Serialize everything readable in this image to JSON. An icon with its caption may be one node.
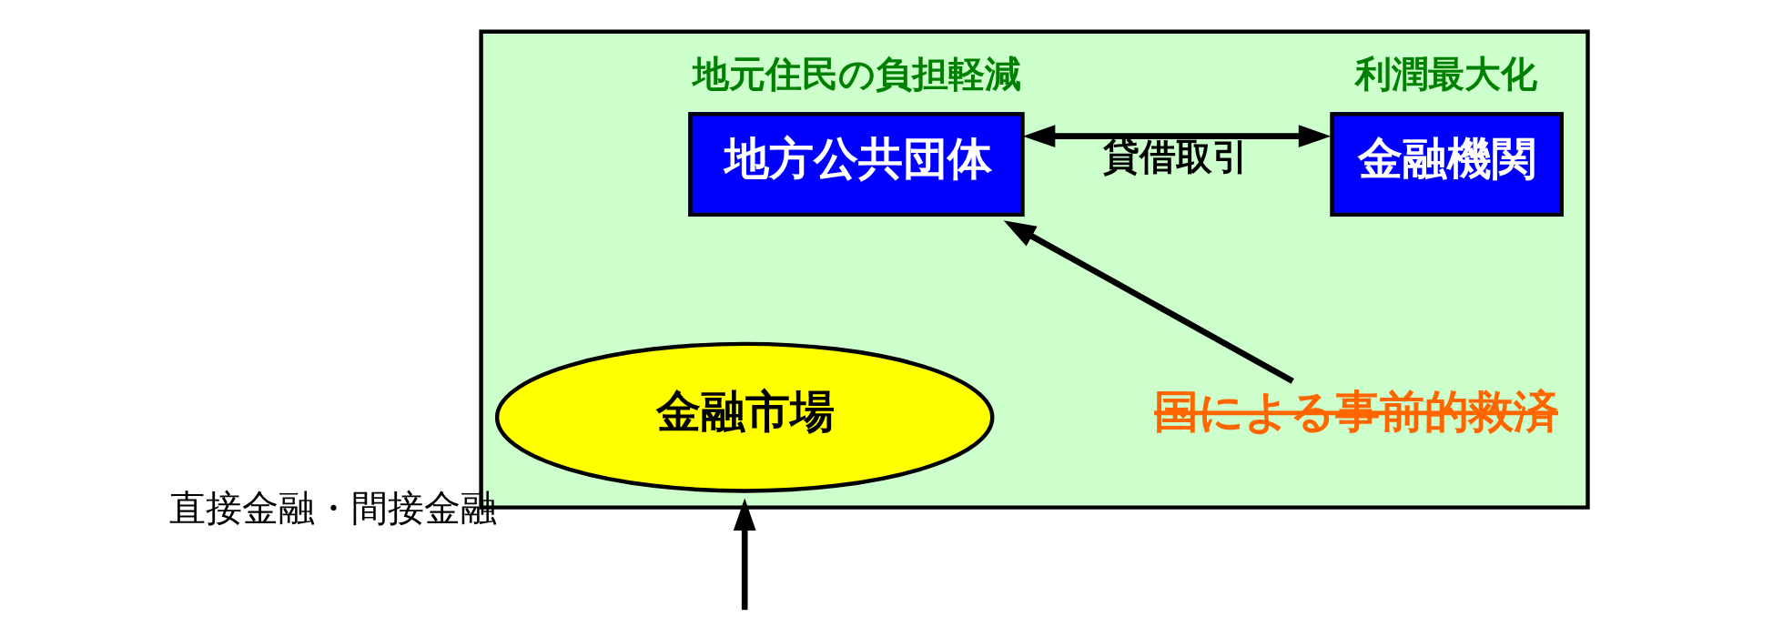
{
  "diagram": {
    "nodes": [
      {
        "text": [],
        "shape": "box"
      },
      {
        "text": [
          "地方公共団体"
        ],
        "beside": [
          "地元住民の負担軽減"
        ],
        "in": 0
      },
      {
        "text": [
          "金融機関"
        ],
        "beside": [
          "利潤最大化"
        ],
        "in": 0
      },
      {
        "text": [
          "国による事前的救済"
        ],
        "in": 0
      },
      {
        "text": [
          "金融市場"
        ],
        "beside": [
          "直接金融・間接金融"
        ],
        "in": 0
      }
    ],
    "edges": [
      {
        "from": 3,
        "to": 1,
        "arrow": "to"
      },
      {
        "from": 1,
        "to": 2,
        "arrow": "both",
        "label": "貸借取引"
      },
      {
        "from": null,
        "to": 0,
        "arrow": "to"
      }
    ]
  }
}
